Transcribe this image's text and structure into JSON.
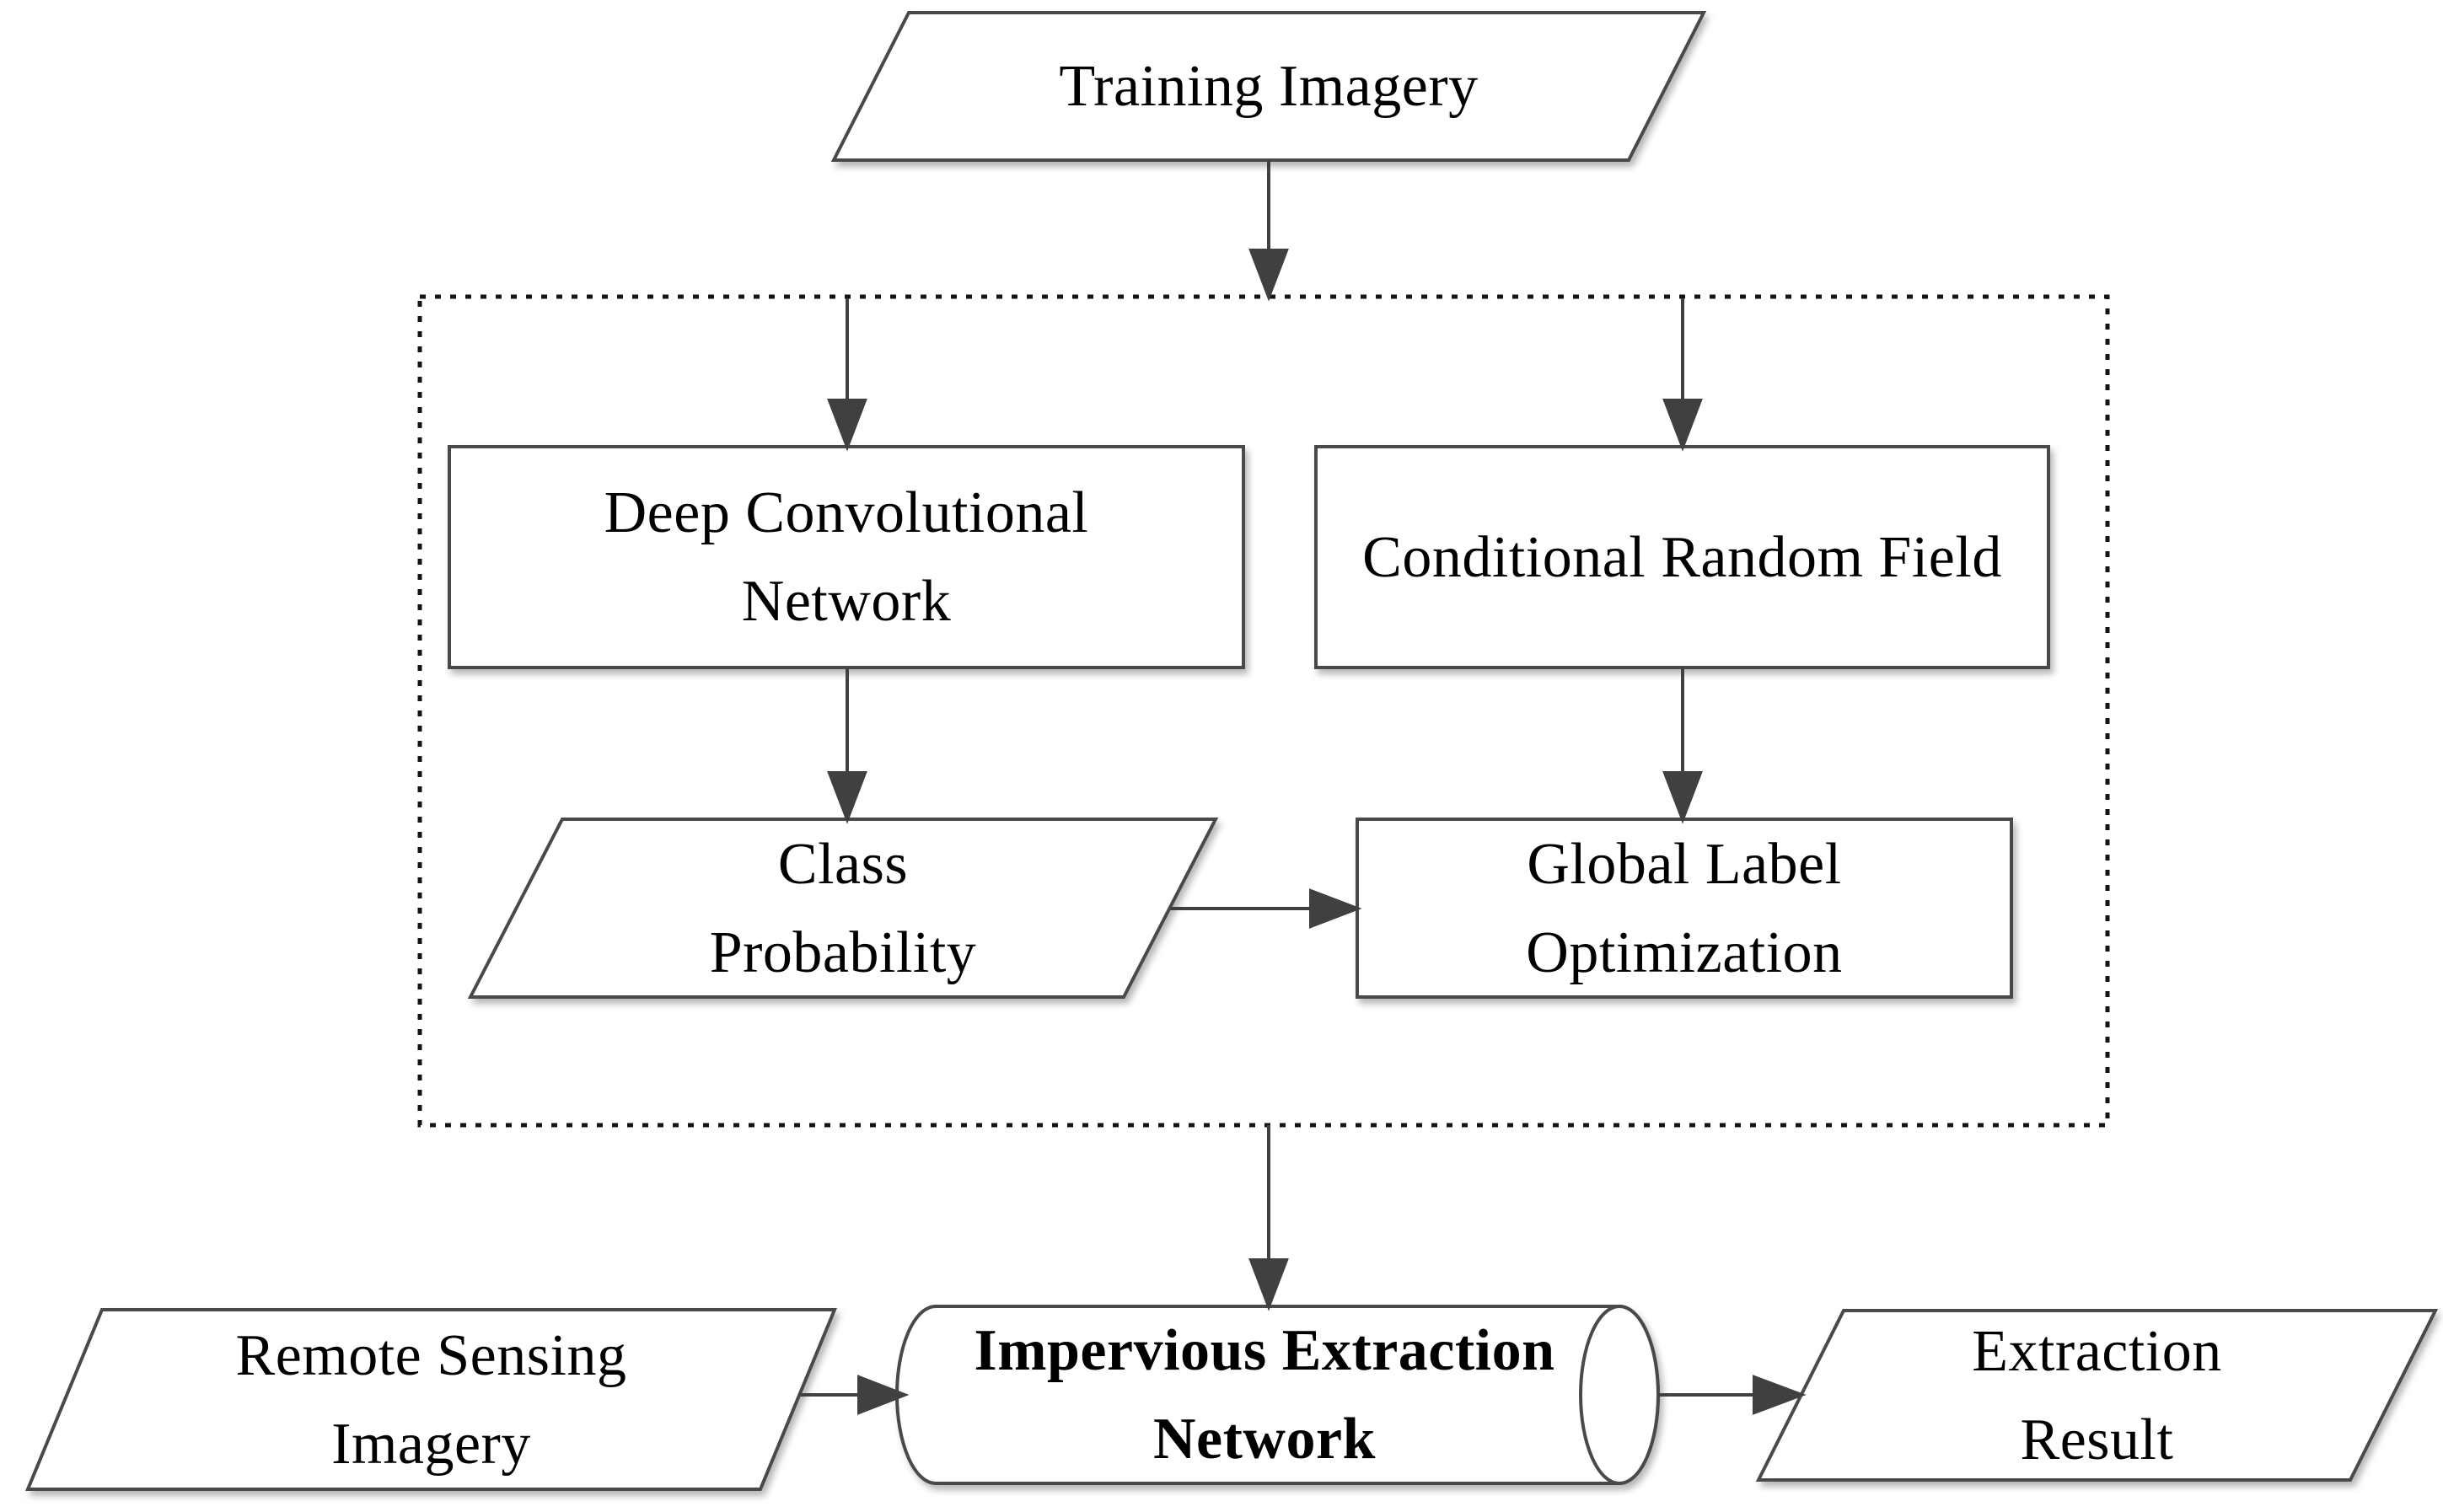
{
  "figure": {
    "type": "flowchart",
    "background_color": "#ffffff",
    "line_color": "#404040",
    "container_border_color": "#141414",
    "text_color": "#000000",
    "nodes": {
      "training_imagery": {
        "shape": "parallelogram",
        "label": "Training Imagery"
      },
      "deep_convolutional_network": {
        "shape": "rectangle",
        "line1": "Deep Convolutional",
        "line2": "Network"
      },
      "conditional_random_field": {
        "shape": "rectangle",
        "label": "Conditional Random Field"
      },
      "class_probability": {
        "shape": "parallelogram",
        "line1": "Class",
        "line2": "Probability"
      },
      "global_label_optimization": {
        "shape": "rectangle",
        "line1": "Global Label",
        "line2": "Optimization"
      },
      "impervious_extraction_network": {
        "shape": "cylinder",
        "line1": "Impervious Extraction",
        "line2": "Network",
        "emphasis": "bold"
      },
      "remote_sensing_imagery": {
        "shape": "parallelogram",
        "line1": "Remote Sensing",
        "line2": "Imagery"
      },
      "extraction_result": {
        "shape": "parallelogram",
        "line1": "Extraction",
        "line2": "Result"
      }
    },
    "container": {
      "shape": "dotted-rectangle",
      "contains": [
        "deep_convolutional_network",
        "conditional_random_field",
        "class_probability",
        "global_label_optimization"
      ]
    },
    "edges": [
      {
        "from": "training_imagery",
        "to": "training_container"
      },
      {
        "from": "training_container",
        "to": "deep_convolutional_network"
      },
      {
        "from": "training_container",
        "to": "conditional_random_field"
      },
      {
        "from": "deep_convolutional_network",
        "to": "class_probability"
      },
      {
        "from": "conditional_random_field",
        "to": "global_label_optimization"
      },
      {
        "from": "class_probability",
        "to": "global_label_optimization"
      },
      {
        "from": "training_container",
        "to": "impervious_extraction_network"
      },
      {
        "from": "remote_sensing_imagery",
        "to": "impervious_extraction_network"
      },
      {
        "from": "impervious_extraction_network",
        "to": "extraction_result"
      }
    ]
  }
}
